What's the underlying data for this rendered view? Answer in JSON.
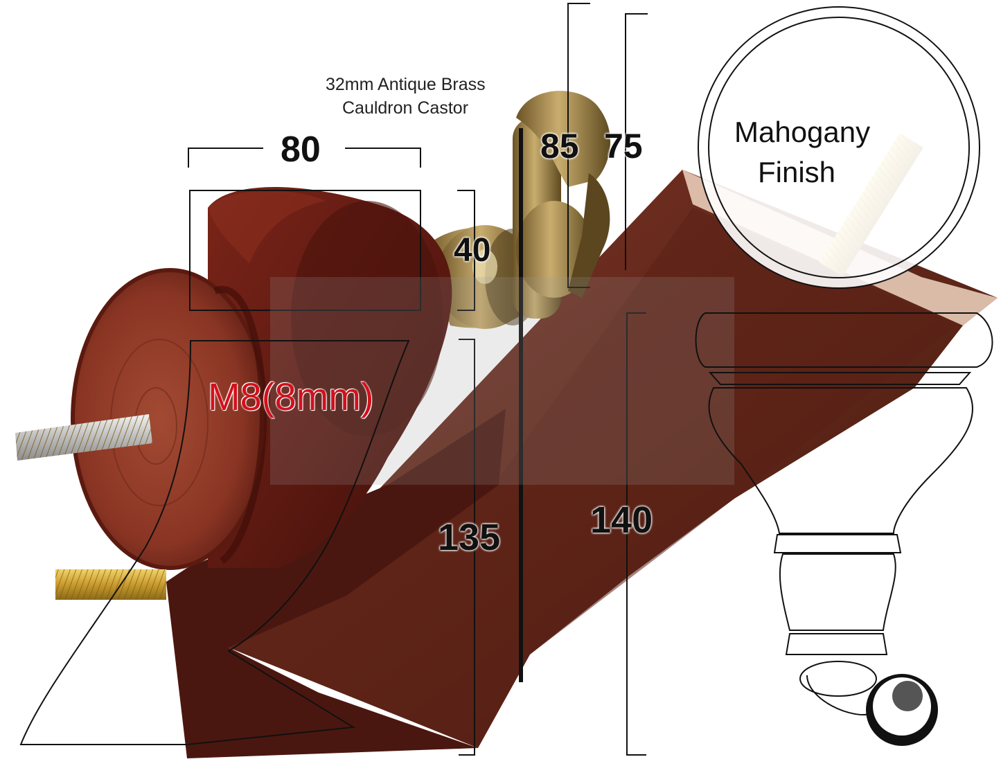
{
  "caption": {
    "line1": "32mm Antique Brass",
    "line2": "Cauldron Castor"
  },
  "dimensions": {
    "width_top": "80",
    "height_cup": "40",
    "height_castor": "85",
    "height_wheel": "75",
    "height_total": "135",
    "height_outline": "140"
  },
  "thread_size": "M8(8mm)",
  "finish": {
    "line1": "Mahogany",
    "line2": "Finish"
  },
  "colors": {
    "wood": "#6a1c14",
    "brass": "#b59a5c",
    "thread_text": "#d2101c"
  }
}
